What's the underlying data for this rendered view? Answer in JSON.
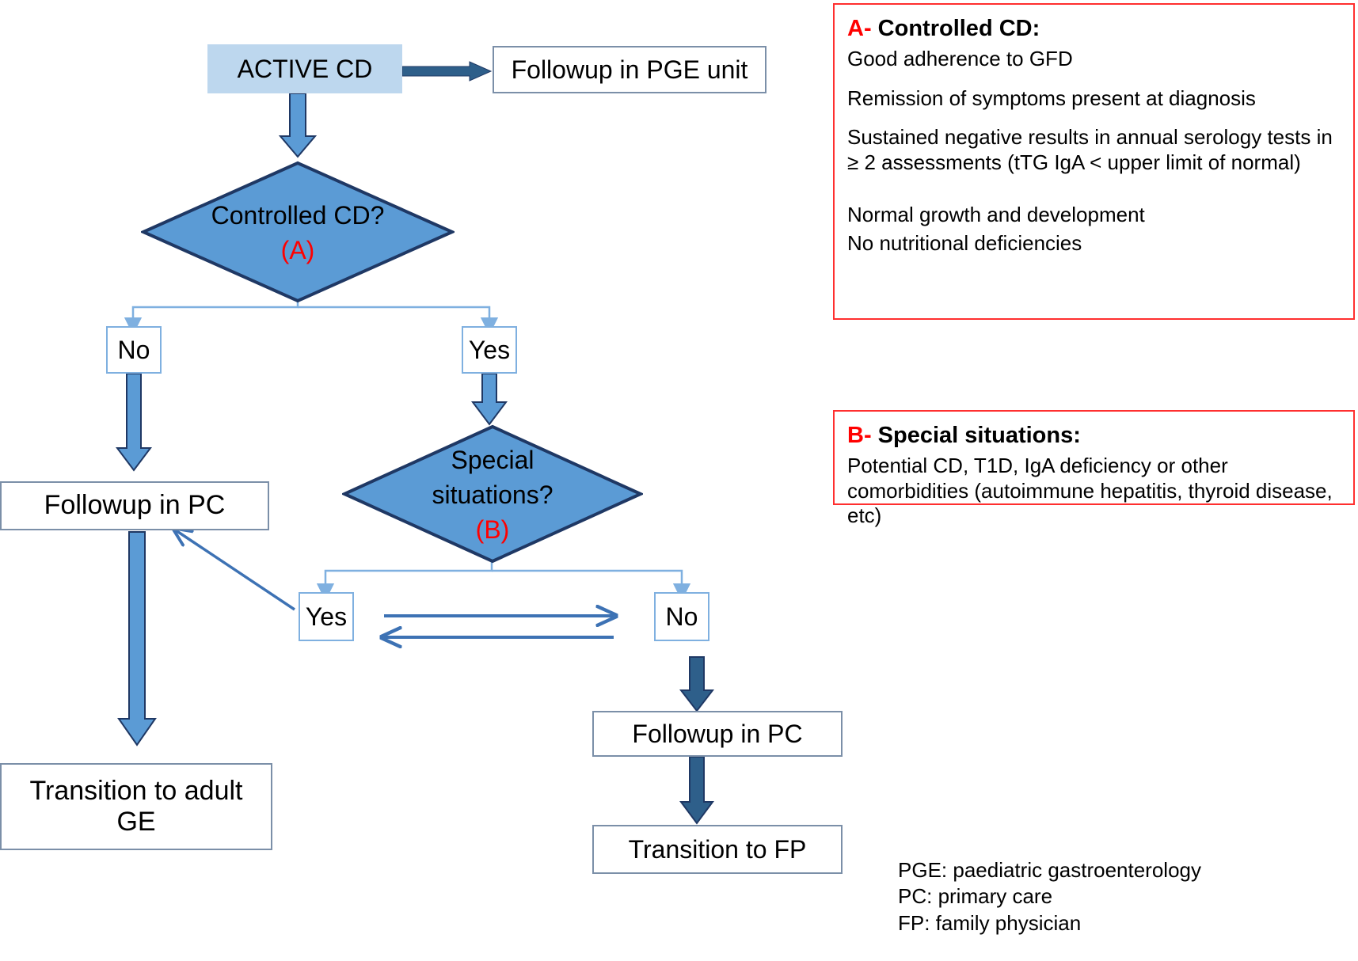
{
  "colors": {
    "diamond_fill": "#5b9bd5",
    "diamond_stroke": "#1f3864",
    "fill_box": "#bdd7ee",
    "box_border": "#7b8fa8",
    "thin_box_border": "#7fb0e0",
    "arrow_dark": "#2e5f8a",
    "arrow_light": "#7fb0e0",
    "arrow_medium": "#3d72b4",
    "panel_border": "#ff2f2f",
    "accent_red": "#ff0000"
  },
  "flow": {
    "active_cd": "ACTIVE CD",
    "followup_pge": "Followup in PGE unit",
    "decision_a": {
      "text": "Controlled CD?",
      "tag": "(A)"
    },
    "branch_a_no": "No",
    "branch_a_yes": "Yes",
    "followup_pc_left": "Followup in PC",
    "decision_b": {
      "line1": "Special",
      "line2": "situations?",
      "tag": "(B)"
    },
    "branch_b_yes": "Yes",
    "branch_b_no": "No",
    "followup_pc_right": "Followup in PC",
    "transition_adult_ge_line1": "Transition to adult",
    "transition_adult_ge_line2": "GE",
    "transition_fp": "Transition to FP"
  },
  "panel_a": {
    "letter": "A-",
    "title": " Controlled CD:",
    "items": [
      "Good adherence to GFD",
      "Remission of symptoms present at diagnosis",
      "Sustained negative results in annual serology tests in ≥ 2 assessments (tTG IgA < upper limit of normal)",
      "Normal growth and development",
      "No nutritional deficiencies"
    ]
  },
  "panel_b": {
    "letter": "B-",
    "title": " Special situations:",
    "items": [
      "Potential CD, T1D, IgA deficiency or other comorbidities (autoimmune hepatitis, thyroid disease, etc)"
    ]
  },
  "legend": {
    "lines": [
      "PGE: paediatric gastroenterology",
      "PC: primary care",
      "FP: family physician"
    ]
  }
}
